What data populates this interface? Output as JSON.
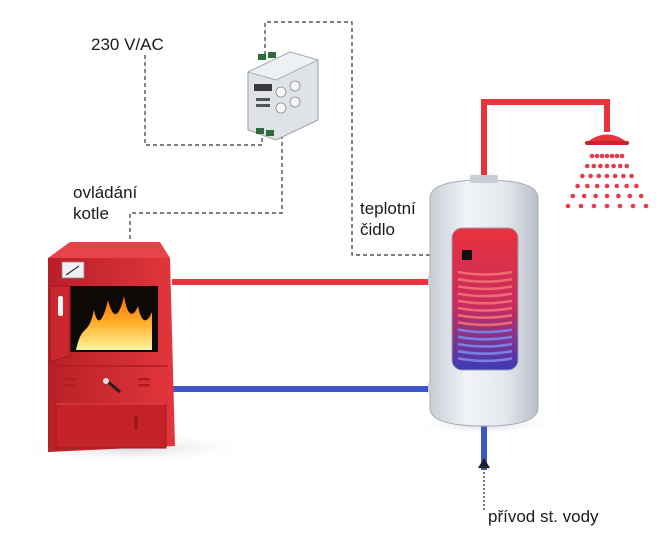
{
  "labels": {
    "supply_voltage": "230 V/AC",
    "boiler_control_line1": "ovládání",
    "boiler_control_line2": "kotle",
    "sensor_line1": "teplotní",
    "sensor_line2": "čidlo",
    "water_inlet": "přívod st. vody"
  },
  "colors": {
    "hot_pipe": "#e8323c",
    "cold_pipe": "#3d56c8",
    "boiler_body": "#d42a30",
    "tank_body": "#dfe3ea",
    "wiring": "#333333",
    "shower_spray": "#e83a48"
  },
  "icons": {
    "controller": "din-rail-controller-icon",
    "boiler": "solid-fuel-boiler-icon",
    "tank": "hot-water-tank-icon",
    "shower": "shower-head-icon",
    "sensor": "temperature-sensor-icon",
    "flow": "water-inflow-arrow-icon"
  }
}
